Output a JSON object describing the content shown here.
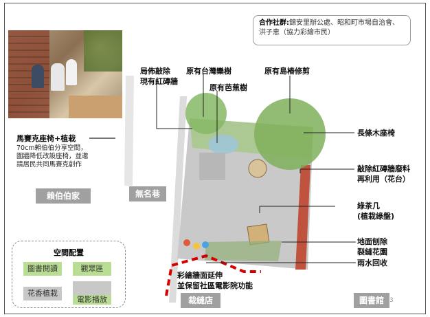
{
  "coop": {
    "label": "合作社群:",
    "text": "錦安里辦公處、昭和町市場自治會、洪子恵（協力彩繪市民）"
  },
  "labels": {
    "demolish_wall": [
      "局佈敲除",
      "現有紅磚牆"
    ],
    "existing_taiwan_ash": "原有台灣欒樹",
    "existing_banana": "原有芭蕉樹",
    "existing_island_tree": "原有島樁修剪",
    "long_bench": "長條木座椅",
    "brick_reuse": [
      "敲除紅磚牆廢料",
      "再利用（花台）"
    ],
    "tea_table": [
      "綠茶几",
      "(植栽綠盤)"
    ],
    "ground_garden": [
      "地面刨除",
      "裂縫花園"
    ],
    "rainwater": "雨水回收",
    "mural": [
      "彩繪牆面延伸",
      "並保留社區電影院功能"
    ],
    "mosaic_title": "馬賽克座椅+植栽",
    "mosaic_desc": [
      "70cm賴伯伯分享空間，",
      "圍牆降低改設座椅，並邀",
      "請居民共同馬賽克創作"
    ]
  },
  "tags": {
    "lai_home": "賴伯伯家",
    "alley": "無名巷",
    "tailor": "裁縫店",
    "library": "圖書館"
  },
  "legend": {
    "title": "空間配置",
    "cells": [
      "圖書閱讀",
      "觀眾區",
      "花香植栽",
      "",
      "電影播放"
    ]
  },
  "page_number": "3",
  "colors": {
    "green": "#b9dd92",
    "gray": "#c8c8c8",
    "tag_gray": "#a0a0a0",
    "dash_red": "#d40000"
  }
}
